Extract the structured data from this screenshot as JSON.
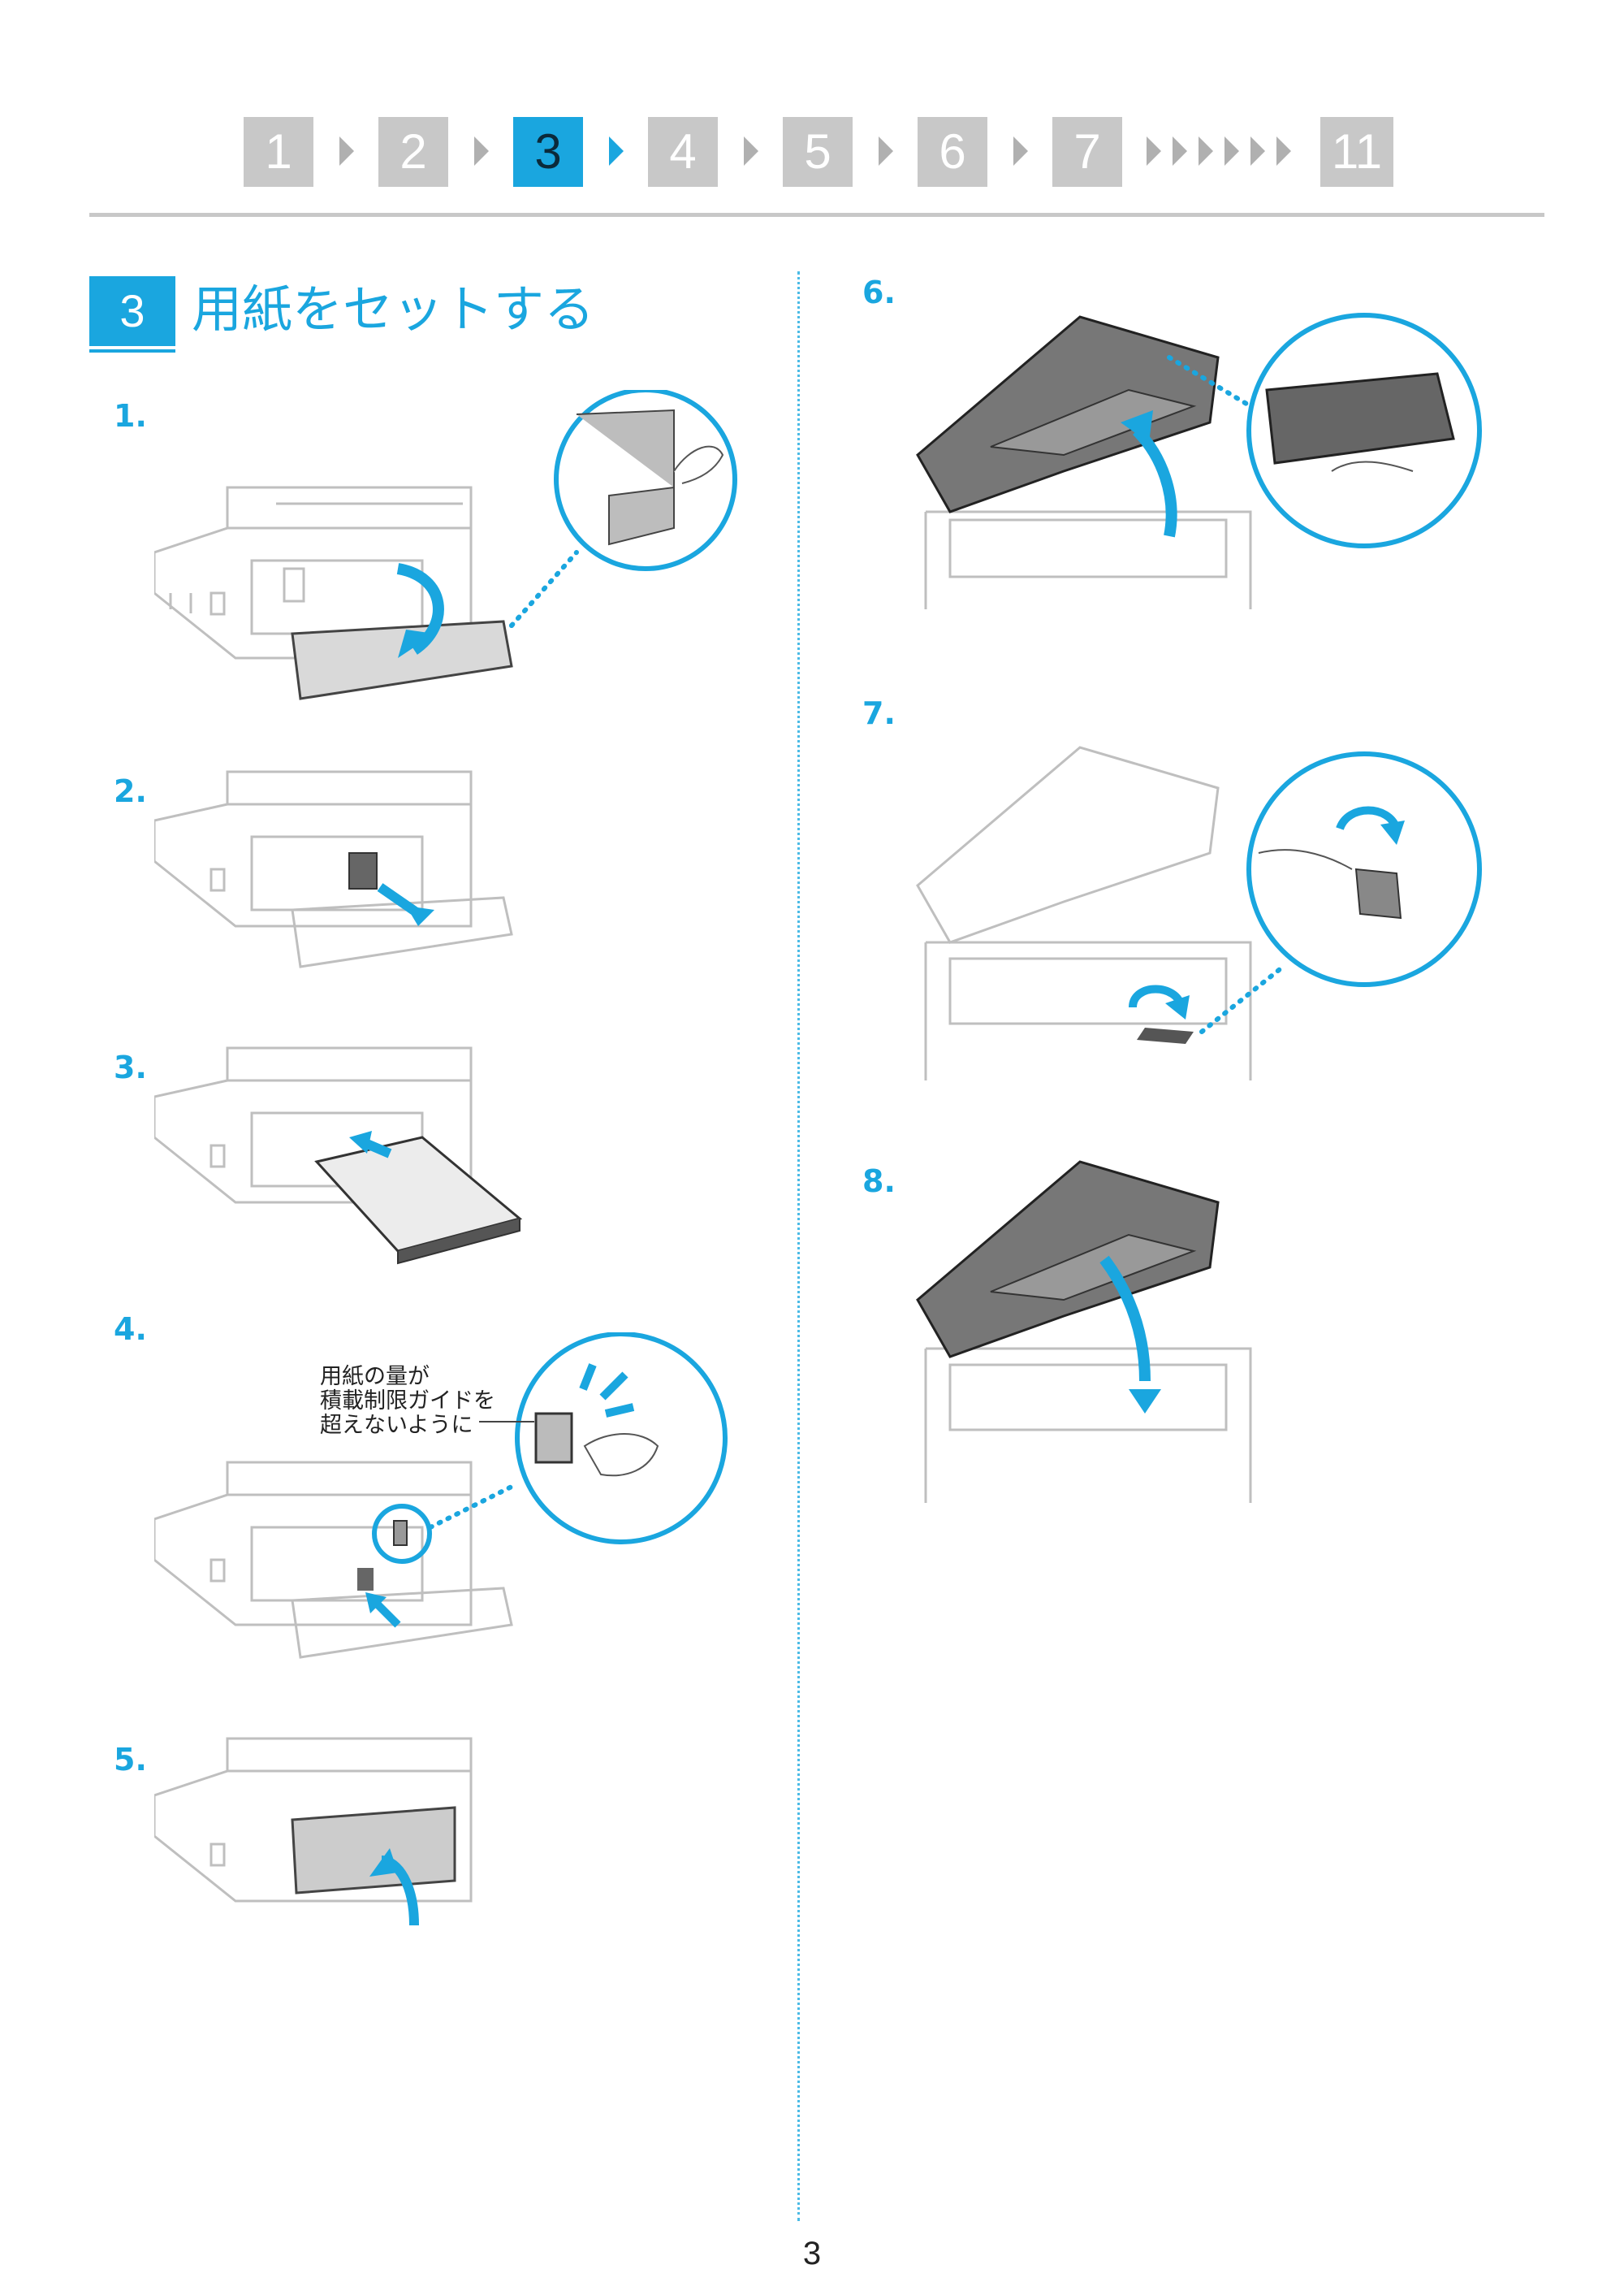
{
  "progress": {
    "steps": [
      "1",
      "2",
      "3",
      "4",
      "5",
      "6",
      "7",
      "11"
    ],
    "active_step": "3"
  },
  "section": {
    "number": "3",
    "title": "用紙をセットする"
  },
  "steps": {
    "s1": "1.",
    "s2": "2.",
    "s3": "3.",
    "s4": "4.",
    "s5": "5.",
    "s6": "6.",
    "s7": "7.",
    "s8": "8."
  },
  "callout": {
    "line1": "用紙の量が",
    "line2": "積載制限ガイドを",
    "line3": "超えないように"
  },
  "page_number": "3",
  "colors": {
    "accent": "#1aa6df",
    "inactive_step": "#c8c8c8",
    "line_art": "#bfbfbf",
    "dark_part": "#555555"
  }
}
